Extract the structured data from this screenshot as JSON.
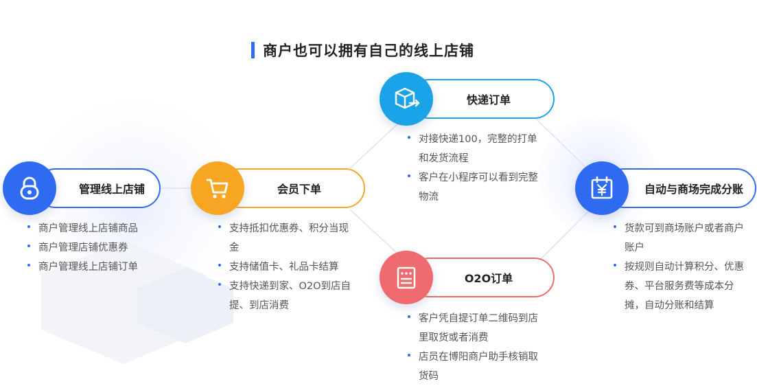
{
  "title": "商户也可以拥有自己的线上店铺",
  "colors": {
    "accent_blue": "#2f6bf0",
    "cyan": "#1aa3e6",
    "orange": "#f6a623",
    "red": "#ee6a6e",
    "text_bullet": "#2f6bf0"
  },
  "nodes": {
    "manage": {
      "label": "管理线上店铺",
      "icon": "store-lock-icon",
      "items": [
        "商户管理线上店铺商品",
        "商户管理店铺优惠券",
        "商户管理线上店铺订单"
      ]
    },
    "member": {
      "label": "会员下单",
      "icon": "cart-icon",
      "items": [
        "支持抵扣优惠券、积分当现金",
        "支持储值卡、礼品卡结算",
        "支持快递到家、O2O到店自提、到店消费"
      ]
    },
    "express": {
      "label": "快递订单",
      "icon": "parcel-box-icon",
      "items": [
        "对接快递100，完整的打单和发货流程",
        "客户在小程序可以看到完整物流"
      ]
    },
    "o2o": {
      "label": "O2O订单",
      "icon": "receipt-icon",
      "items": [
        "客户凭自提订单二维码到店里取货或者消费",
        "店员在博阳商户助手核销取货码"
      ]
    },
    "auto": {
      "label": "自动与商场完成分账",
      "icon": "yen-calendar-icon",
      "items": [
        "货款可到商场账户或者商户账户",
        "按规则自动计算积分、优惠券、平台服务费等成本分摊，自动分账和结算"
      ]
    }
  }
}
